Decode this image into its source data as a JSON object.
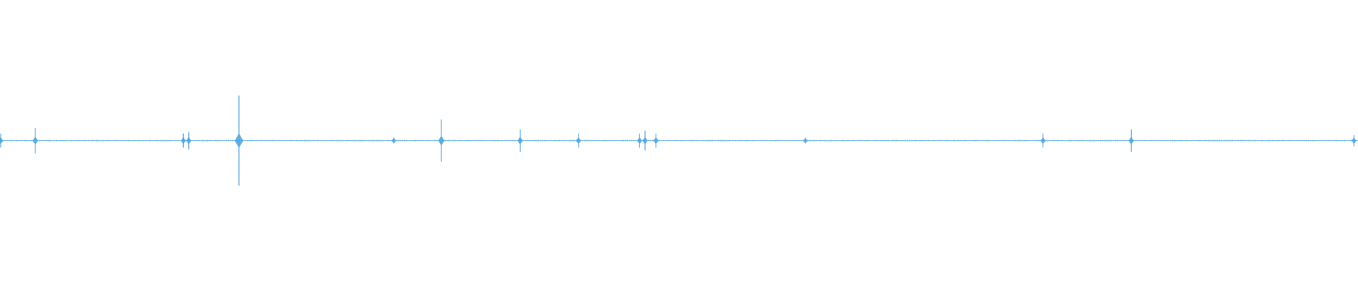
{
  "waveform": {
    "color": "#4fa3dc",
    "baseline_color": "#6fb6e6",
    "peaks": [
      {
        "t": 0.0,
        "amp": 0.05
      },
      {
        "t": 0.026,
        "amp": 0.09
      },
      {
        "t": 0.135,
        "amp": 0.05
      },
      {
        "t": 0.139,
        "amp": 0.06
      },
      {
        "t": 0.176,
        "amp": 0.32
      },
      {
        "t": 0.29,
        "amp": 0.02
      },
      {
        "t": 0.325,
        "amp": 0.15
      },
      {
        "t": 0.383,
        "amp": 0.08
      },
      {
        "t": 0.426,
        "amp": 0.05
      },
      {
        "t": 0.471,
        "amp": 0.05
      },
      {
        "t": 0.475,
        "amp": 0.07
      },
      {
        "t": 0.483,
        "amp": 0.05
      },
      {
        "t": 0.593,
        "amp": 0.02
      },
      {
        "t": 0.768,
        "amp": 0.05
      },
      {
        "t": 0.833,
        "amp": 0.08
      },
      {
        "t": 0.997,
        "amp": 0.04
      }
    ]
  }
}
